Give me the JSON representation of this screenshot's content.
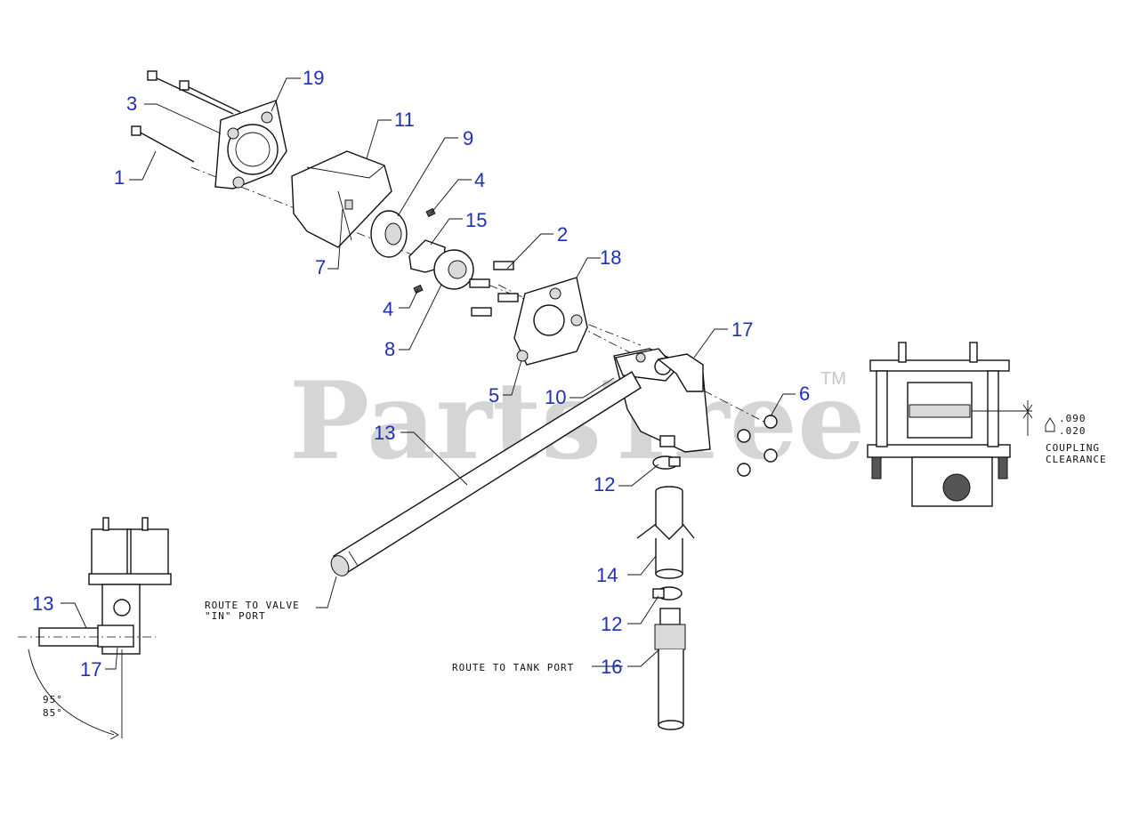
{
  "watermark": "PartsTree",
  "trademark": "TM",
  "callouts": {
    "c1": "1",
    "c2": "2",
    "c3": "3",
    "c4a": "4",
    "c4b": "4",
    "c5": "5",
    "c6": "6",
    "c7": "7",
    "c8": "8",
    "c9": "9",
    "c10": "10",
    "c11": "11",
    "c12a": "12",
    "c12b": "12",
    "c13": "13",
    "c14": "14",
    "c15": "15",
    "c16": "16",
    "c17": "17",
    "c18": "18",
    "c19": "19",
    "c13_side": "13",
    "c17_side": "17"
  },
  "notes": {
    "route_valve_line1": "ROUTE TO VALVE",
    "route_valve_line2": "\"IN\" PORT",
    "route_tank": "ROUTE TO TANK PORT",
    "angle_max": "95°",
    "angle_min": "85°",
    "clearance_max": ".090",
    "clearance_min": ".020",
    "coupling_line1": "COUPLING",
    "coupling_line2": "CLEARANCE"
  },
  "colors": {
    "callout": "#1f2fb8",
    "watermark": "#c8c8c8",
    "linework": "#111111"
  }
}
